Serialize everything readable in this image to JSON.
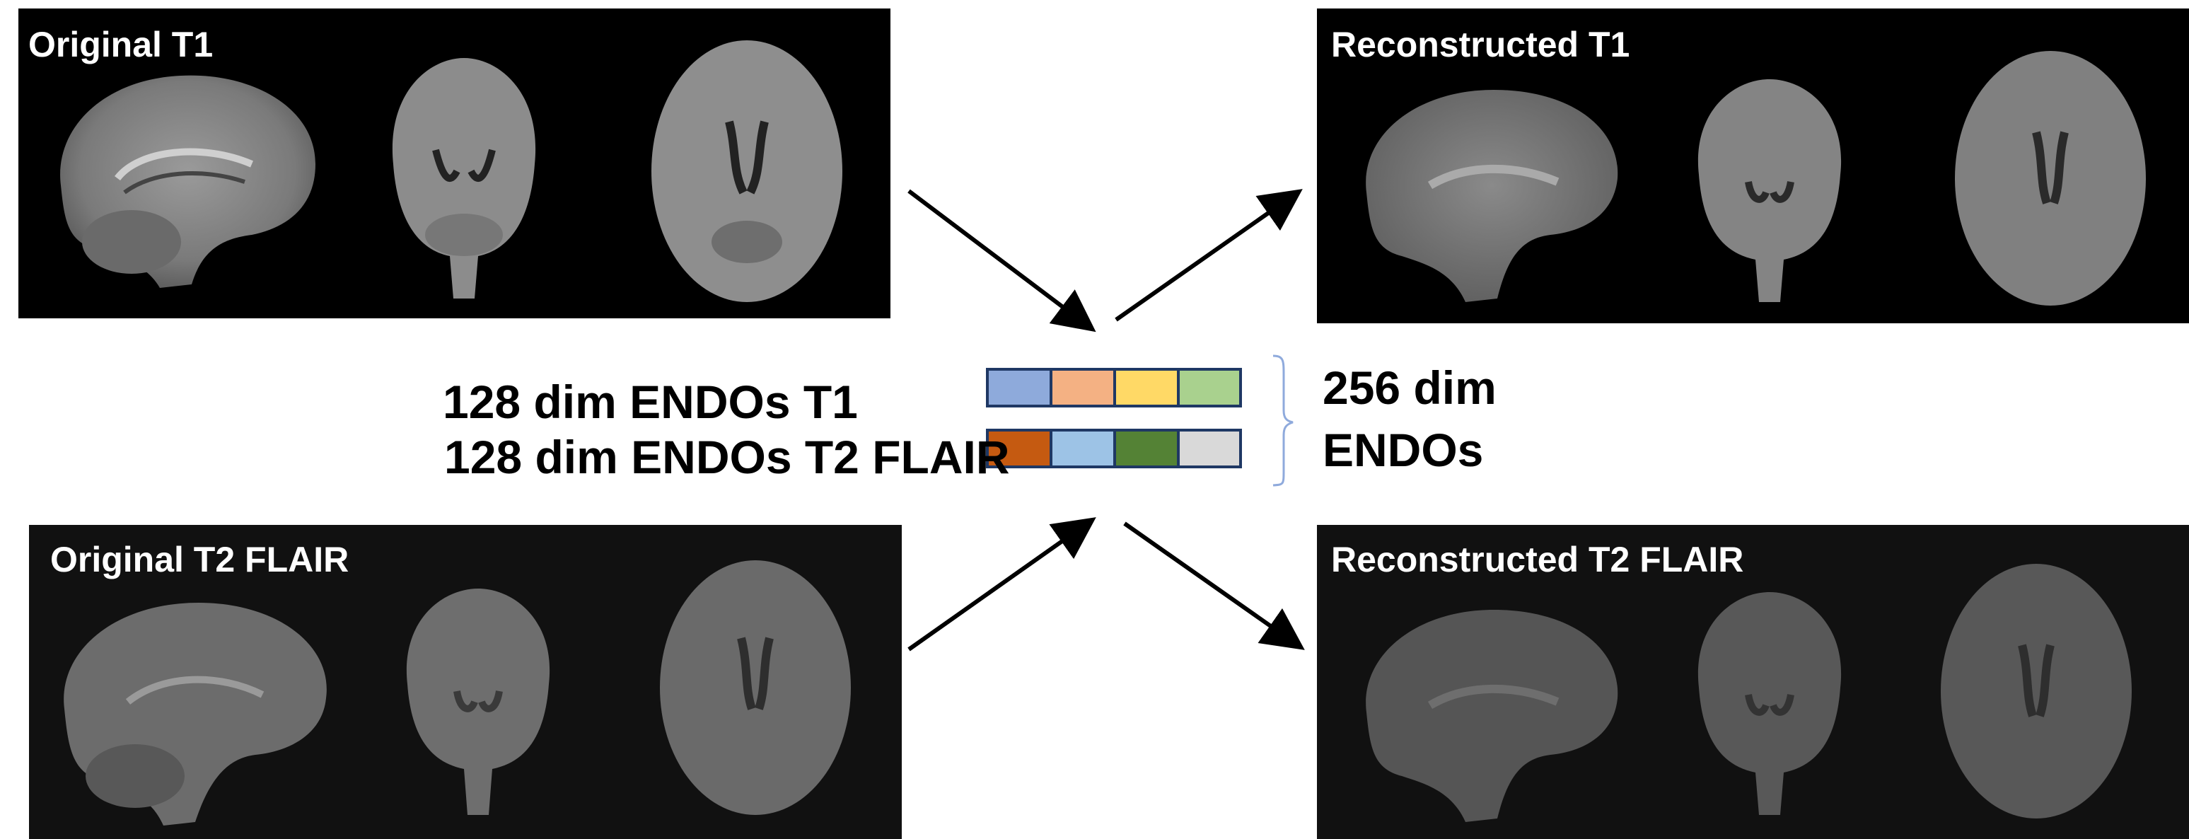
{
  "panels": {
    "original_t1": {
      "title": "Original T1"
    },
    "reconstructed_t1": {
      "title": "Reconstructed T1"
    },
    "original_flair": {
      "title": "Original T2 FLAIR"
    },
    "reconstructed_flair": {
      "title": "Reconstructed T2 FLAIR"
    }
  },
  "center": {
    "label_t1": "128 dim ENDOs T1",
    "label_flair": "128 dim ENDOs T2 FLAIR",
    "combined_line1": "256 dim",
    "combined_line2": "ENDOs"
  },
  "colors": {
    "t1_cells": [
      "#8eaadb",
      "#f4b183",
      "#ffd966",
      "#a9d18e"
    ],
    "flair_cells": [
      "#c55a11",
      "#9dc3e6",
      "#548235",
      "#d9d9d9"
    ],
    "cell_border": "#1f3864",
    "bracket": "#8faadc"
  }
}
